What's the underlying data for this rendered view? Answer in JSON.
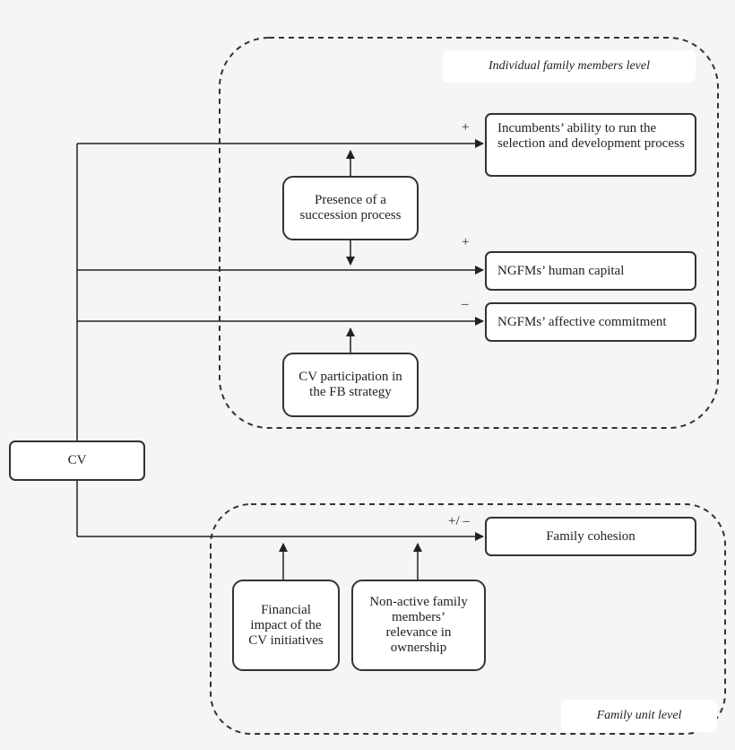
{
  "levels": {
    "individual": "Individual family members level",
    "family_unit": "Family unit level"
  },
  "nodes": {
    "cv": "CV",
    "incumbents": "Incumbents’ ability to run the selection and development process",
    "succession": "Presence of a\nsuccession process",
    "human_capital": "NGFMs’ human capital",
    "affective": "NGFMs’ affective commitment",
    "cv_participation": "CV participation in\nthe FB strategy",
    "family_cohesion": "Family cohesion",
    "financial_impact": "Financial\nimpact of the\nCV initiatives",
    "non_active": "Non-active family\nmembers’\nrelevance in\nownership"
  },
  "signs": {
    "incumbents": "+",
    "human_capital": "+",
    "affective": "–",
    "family_cohesion": "+/ –"
  }
}
